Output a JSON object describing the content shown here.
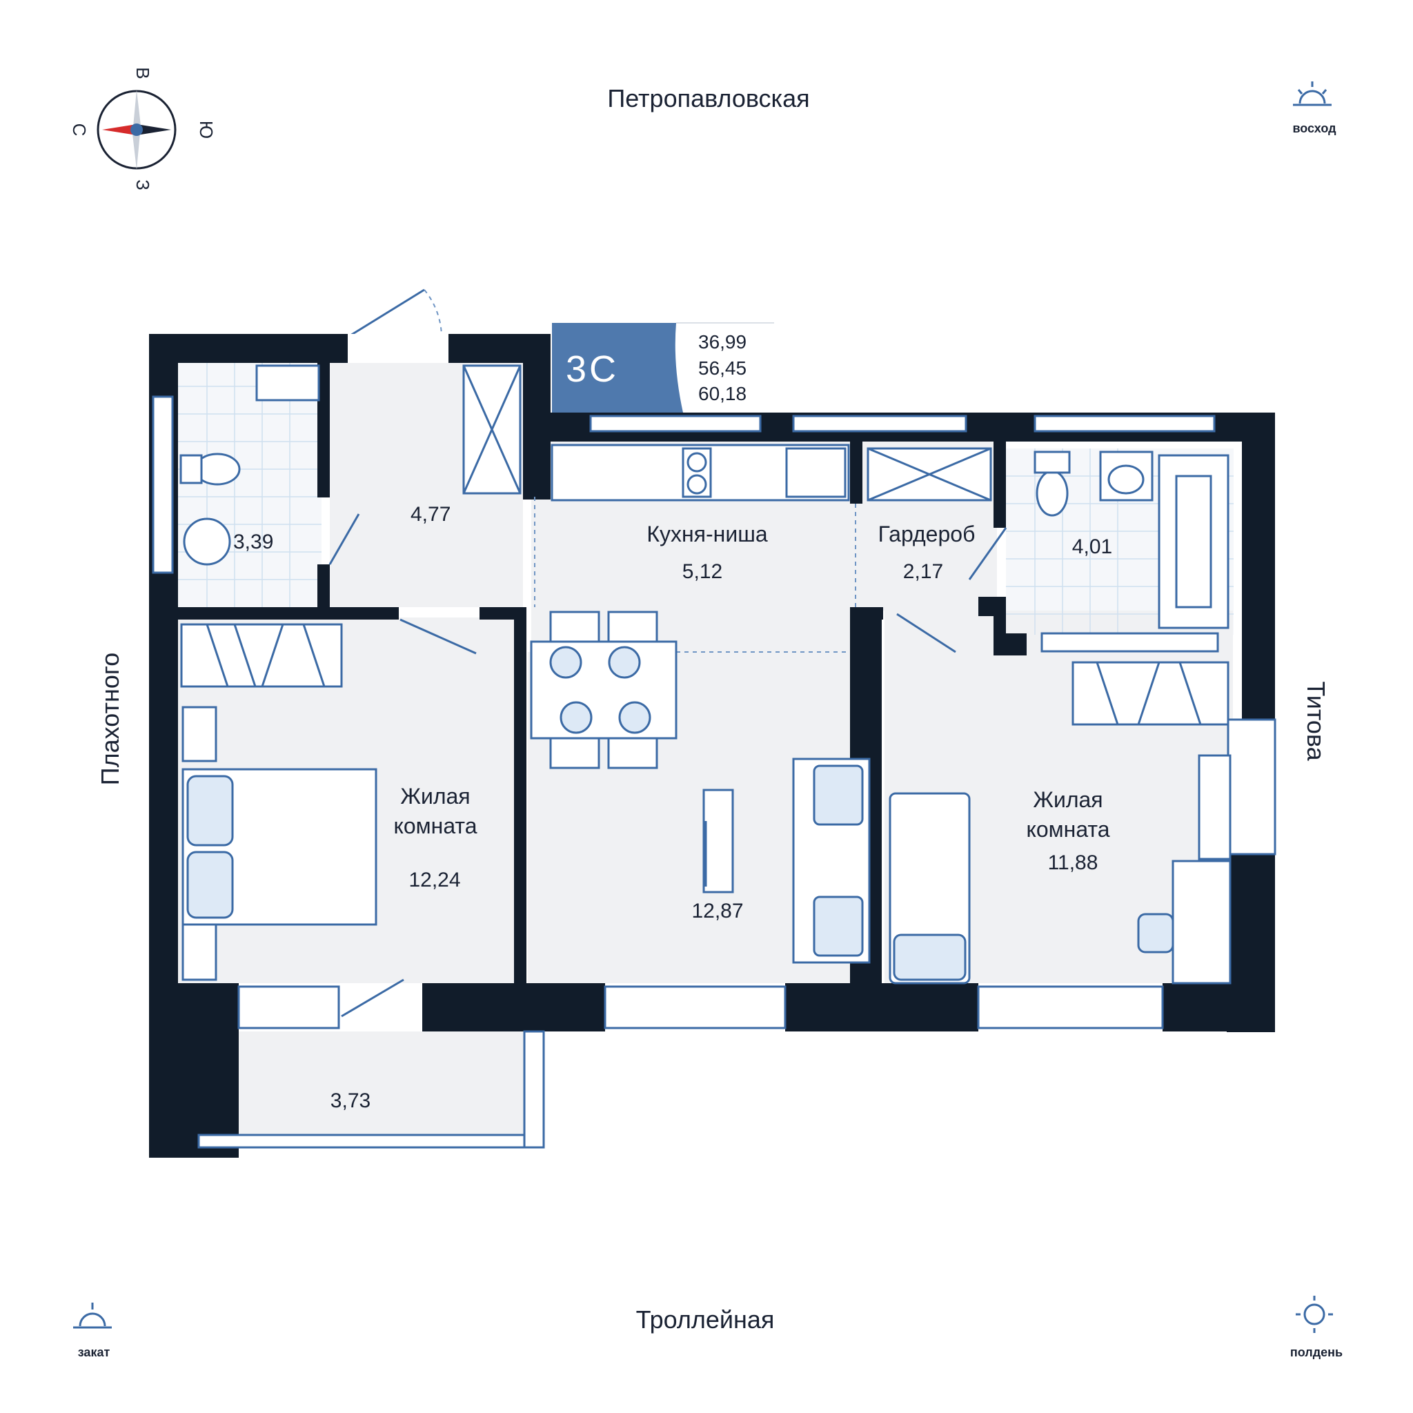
{
  "streets": {
    "top": "Петропавловская",
    "bottom": "Троллейная",
    "left": "Плахотного",
    "right": "Титова"
  },
  "compass": {
    "north": "С",
    "south": "Ю",
    "east": "В",
    "west": "З"
  },
  "sun": {
    "sunrise": "восход",
    "sunset": "закат",
    "noon": "полдень"
  },
  "badge": {
    "label": "3С",
    "areas": [
      "36,99",
      "56,45",
      "60,18"
    ]
  },
  "rooms": {
    "bathroom_left_area": "3,39",
    "hall_area": "4,77",
    "kitchen_label": "Кухня-ниша",
    "kitchen_area": "5,12",
    "wardrobe_label": "Гардероб",
    "wardrobe_area": "2,17",
    "bathroom_right_area": "4,01",
    "living_left_label_1": "Жилая",
    "living_left_label_2": "комната",
    "living_left_area": "12,24",
    "living_center_area": "12,87",
    "living_right_label_1": "Жилая",
    "living_right_label_2": "комната",
    "living_right_area": "11,88",
    "balcony_area": "3,73"
  },
  "colors": {
    "wall": "#111c2a",
    "accent": "#3b6aa5",
    "badge": "#4f79ad",
    "compass_red": "#d62b2b"
  }
}
